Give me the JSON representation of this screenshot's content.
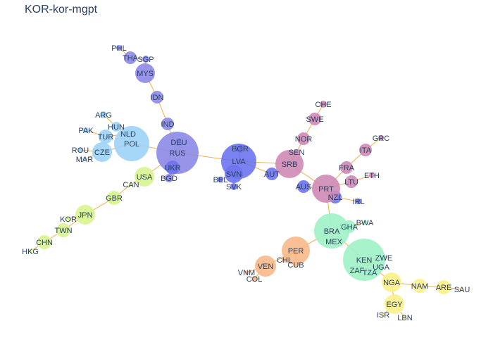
{
  "title": "KOR-kor-mgpt",
  "colors": {
    "edge": "#f2b04a",
    "purple": "#8c89e8",
    "blue": "#6b73ee",
    "lightblue": "#9dd3f7",
    "pink": "#cf8ab5",
    "lime": "#d6f58e",
    "mint": "#9ef2c6",
    "orange": "#f8b88a",
    "yellow": "#fbf089"
  },
  "nodes": [
    {
      "id": "PHL",
      "color": "purple"
    },
    {
      "id": "THA",
      "color": "purple"
    },
    {
      "id": "SGP",
      "color": "purple"
    },
    {
      "id": "MYS",
      "color": "purple"
    },
    {
      "id": "IDN",
      "color": "purple"
    },
    {
      "id": "IND",
      "color": "purple"
    },
    {
      "id": "DEU",
      "color": "purple"
    },
    {
      "id": "RUS",
      "color": "purple"
    },
    {
      "id": "UKR",
      "color": "blue"
    },
    {
      "id": "BGD",
      "color": "purple"
    },
    {
      "id": "ARG",
      "color": "lightblue"
    },
    {
      "id": "HUN",
      "color": "lightblue"
    },
    {
      "id": "PAK",
      "color": "lightblue"
    },
    {
      "id": "TUR",
      "color": "lightblue"
    },
    {
      "id": "NLD",
      "color": "lightblue"
    },
    {
      "id": "POL",
      "color": "lightblue"
    },
    {
      "id": "ROU",
      "color": "lightblue"
    },
    {
      "id": "CZE",
      "color": "lightblue"
    },
    {
      "id": "MAR",
      "color": "lightblue"
    },
    {
      "id": "USA",
      "color": "lime"
    },
    {
      "id": "CAN",
      "color": "lime"
    },
    {
      "id": "GBR",
      "color": "lime"
    },
    {
      "id": "JPN",
      "color": "lime"
    },
    {
      "id": "KOR",
      "color": "lime"
    },
    {
      "id": "TWN",
      "color": "lime"
    },
    {
      "id": "CHN",
      "color": "lime"
    },
    {
      "id": "HKG",
      "color": "lime"
    },
    {
      "id": "BGR",
      "color": "blue"
    },
    {
      "id": "LVA",
      "color": "blue"
    },
    {
      "id": "SVN",
      "color": "blue"
    },
    {
      "id": "BEL",
      "color": "blue"
    },
    {
      "id": "SVK",
      "color": "blue"
    },
    {
      "id": "AUT",
      "color": "blue"
    },
    {
      "id": "AUS",
      "color": "blue"
    },
    {
      "id": "NZL",
      "color": "blue"
    },
    {
      "id": "IRL",
      "color": "blue"
    },
    {
      "id": "CHE",
      "color": "pink"
    },
    {
      "id": "SWE",
      "color": "pink"
    },
    {
      "id": "NOR",
      "color": "pink"
    },
    {
      "id": "SEN",
      "color": "pink"
    },
    {
      "id": "SRB",
      "color": "pink"
    },
    {
      "id": "GRC",
      "color": "pink"
    },
    {
      "id": "ITA",
      "color": "pink"
    },
    {
      "id": "FRA",
      "color": "pink"
    },
    {
      "id": "ETH",
      "color": "pink"
    },
    {
      "id": "LTU",
      "color": "pink"
    },
    {
      "id": "PRT",
      "color": "pink"
    },
    {
      "id": "BRA",
      "color": "mint"
    },
    {
      "id": "GHA",
      "color": "mint"
    },
    {
      "id": "BWA",
      "color": "mint"
    },
    {
      "id": "MEX",
      "color": "mint"
    },
    {
      "id": "KEN",
      "color": "mint"
    },
    {
      "id": "ZWE",
      "color": "mint"
    },
    {
      "id": "UGA",
      "color": "mint"
    },
    {
      "id": "ZAF",
      "color": "mint"
    },
    {
      "id": "TZA",
      "color": "mint"
    },
    {
      "id": "PER",
      "color": "orange"
    },
    {
      "id": "CHL",
      "color": "orange"
    },
    {
      "id": "CUB",
      "color": "orange"
    },
    {
      "id": "VEN",
      "color": "orange"
    },
    {
      "id": "VNM",
      "color": "orange"
    },
    {
      "id": "COL",
      "color": "orange"
    },
    {
      "id": "NGA",
      "color": "yellow"
    },
    {
      "id": "NAM",
      "color": "yellow"
    },
    {
      "id": "ARE",
      "color": "yellow"
    },
    {
      "id": "SAU",
      "color": "yellow"
    },
    {
      "id": "EGY",
      "color": "yellow"
    },
    {
      "id": "ISR",
      "color": "yellow"
    },
    {
      "id": "LBN",
      "color": "yellow"
    }
  ],
  "edges": [
    [
      "PHL",
      "THA"
    ],
    [
      "THA",
      "SGP"
    ],
    [
      "SGP",
      "MYS"
    ],
    [
      "MYS",
      "IDN"
    ],
    [
      "IDN",
      "IND"
    ],
    [
      "IND",
      "RUS"
    ],
    [
      "DEU",
      "RUS"
    ],
    [
      "RUS",
      "UKR"
    ],
    [
      "RUS",
      "BGD"
    ],
    [
      "RUS",
      "POL"
    ],
    [
      "RUS",
      "USA"
    ],
    [
      "RUS",
      "LVA"
    ],
    [
      "ARG",
      "HUN"
    ],
    [
      "HUN",
      "NLD"
    ],
    [
      "PAK",
      "TUR"
    ],
    [
      "TUR",
      "NLD"
    ],
    [
      "NLD",
      "POL"
    ],
    [
      "POL",
      "CZE"
    ],
    [
      "ROU",
      "CZE"
    ],
    [
      "MAR",
      "CZE"
    ],
    [
      "USA",
      "CAN"
    ],
    [
      "CAN",
      "GBR"
    ],
    [
      "GBR",
      "JPN"
    ],
    [
      "JPN",
      "KOR"
    ],
    [
      "JPN",
      "TWN"
    ],
    [
      "TWN",
      "CHN"
    ],
    [
      "CHN",
      "HKG"
    ],
    [
      "LVA",
      "BGR"
    ],
    [
      "LVA",
      "SVN"
    ],
    [
      "SVN",
      "BEL"
    ],
    [
      "SVN",
      "SVK"
    ],
    [
      "LVA",
      "AUT"
    ],
    [
      "AUT",
      "SRB"
    ],
    [
      "LVA",
      "SRB"
    ],
    [
      "SRB",
      "SEN"
    ],
    [
      "SEN",
      "NOR"
    ],
    [
      "NOR",
      "SWE"
    ],
    [
      "SWE",
      "CHE"
    ],
    [
      "SRB",
      "PRT"
    ],
    [
      "PRT",
      "AUS"
    ],
    [
      "PRT",
      "NZL"
    ],
    [
      "NZL",
      "IRL"
    ],
    [
      "PRT",
      "FRA"
    ],
    [
      "FRA",
      "ITA"
    ],
    [
      "ITA",
      "GRC"
    ],
    [
      "PRT",
      "LTU"
    ],
    [
      "LTU",
      "ETH"
    ],
    [
      "PRT",
      "BRA"
    ],
    [
      "BRA",
      "GHA"
    ],
    [
      "GHA",
      "BWA"
    ],
    [
      "BRA",
      "MEX"
    ],
    [
      "BRA",
      "KEN"
    ],
    [
      "KEN",
      "ZWE"
    ],
    [
      "KEN",
      "UGA"
    ],
    [
      "KEN",
      "ZAF"
    ],
    [
      "KEN",
      "TZA"
    ],
    [
      "BRA",
      "PER"
    ],
    [
      "PER",
      "CHL"
    ],
    [
      "PER",
      "CUB"
    ],
    [
      "PER",
      "VEN"
    ],
    [
      "VEN",
      "VNM"
    ],
    [
      "VEN",
      "COL"
    ],
    [
      "KEN",
      "NGA"
    ],
    [
      "NGA",
      "NAM"
    ],
    [
      "NAM",
      "ARE"
    ],
    [
      "ARE",
      "SAU"
    ],
    [
      "NGA",
      "EGY"
    ],
    [
      "EGY",
      "ISR"
    ],
    [
      "EGY",
      "LBN"
    ]
  ]
}
